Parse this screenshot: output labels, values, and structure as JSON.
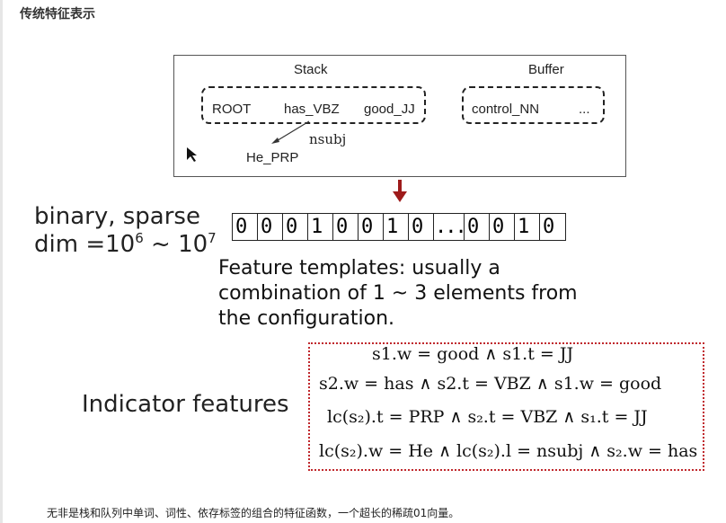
{
  "heading": "传统特征表示",
  "config": {
    "stack_title": "Stack",
    "buffer_title": "Buffer",
    "stack_tokens": [
      "ROOT",
      "has_VBZ",
      "good_JJ"
    ],
    "buffer_tokens": [
      "control_NN",
      "..."
    ],
    "dependent": "He_PRP",
    "relation": "nsubj"
  },
  "binary_label": "binary, sparse",
  "dim_label": {
    "base": "dim =10",
    "exp1": "6",
    "sep": " ~ 10",
    "exp2": "7"
  },
  "vector": [
    "0",
    "0",
    "0",
    "1",
    "0",
    "0",
    "1",
    "0",
    "...",
    "0",
    "0",
    "1",
    "0"
  ],
  "templates_text": [
    "Feature templates: usually a",
    "combination of 1 ~ 3 elements from",
    "the configuration."
  ],
  "indicator_label": "Indicator features",
  "formulas": [
    "s1.w = good ∧ s1.t = JJ",
    "s2.w = has ∧ s2.t = VBZ ∧ s1.w = good",
    "lc(s₂).t = PRP ∧ s₂.t = VBZ ∧ s₁.t = JJ",
    "lc(s₂).w = He ∧ lc(s₂).l = nsubj ∧ s₂.w = has"
  ],
  "caption": "无非是栈和队列中单词、词性、依存标签的组合的特征函数，一个超长的稀疏01向量。",
  "colors": {
    "arrow": "#9e1b1b",
    "indicator_border": "#c0282d"
  }
}
